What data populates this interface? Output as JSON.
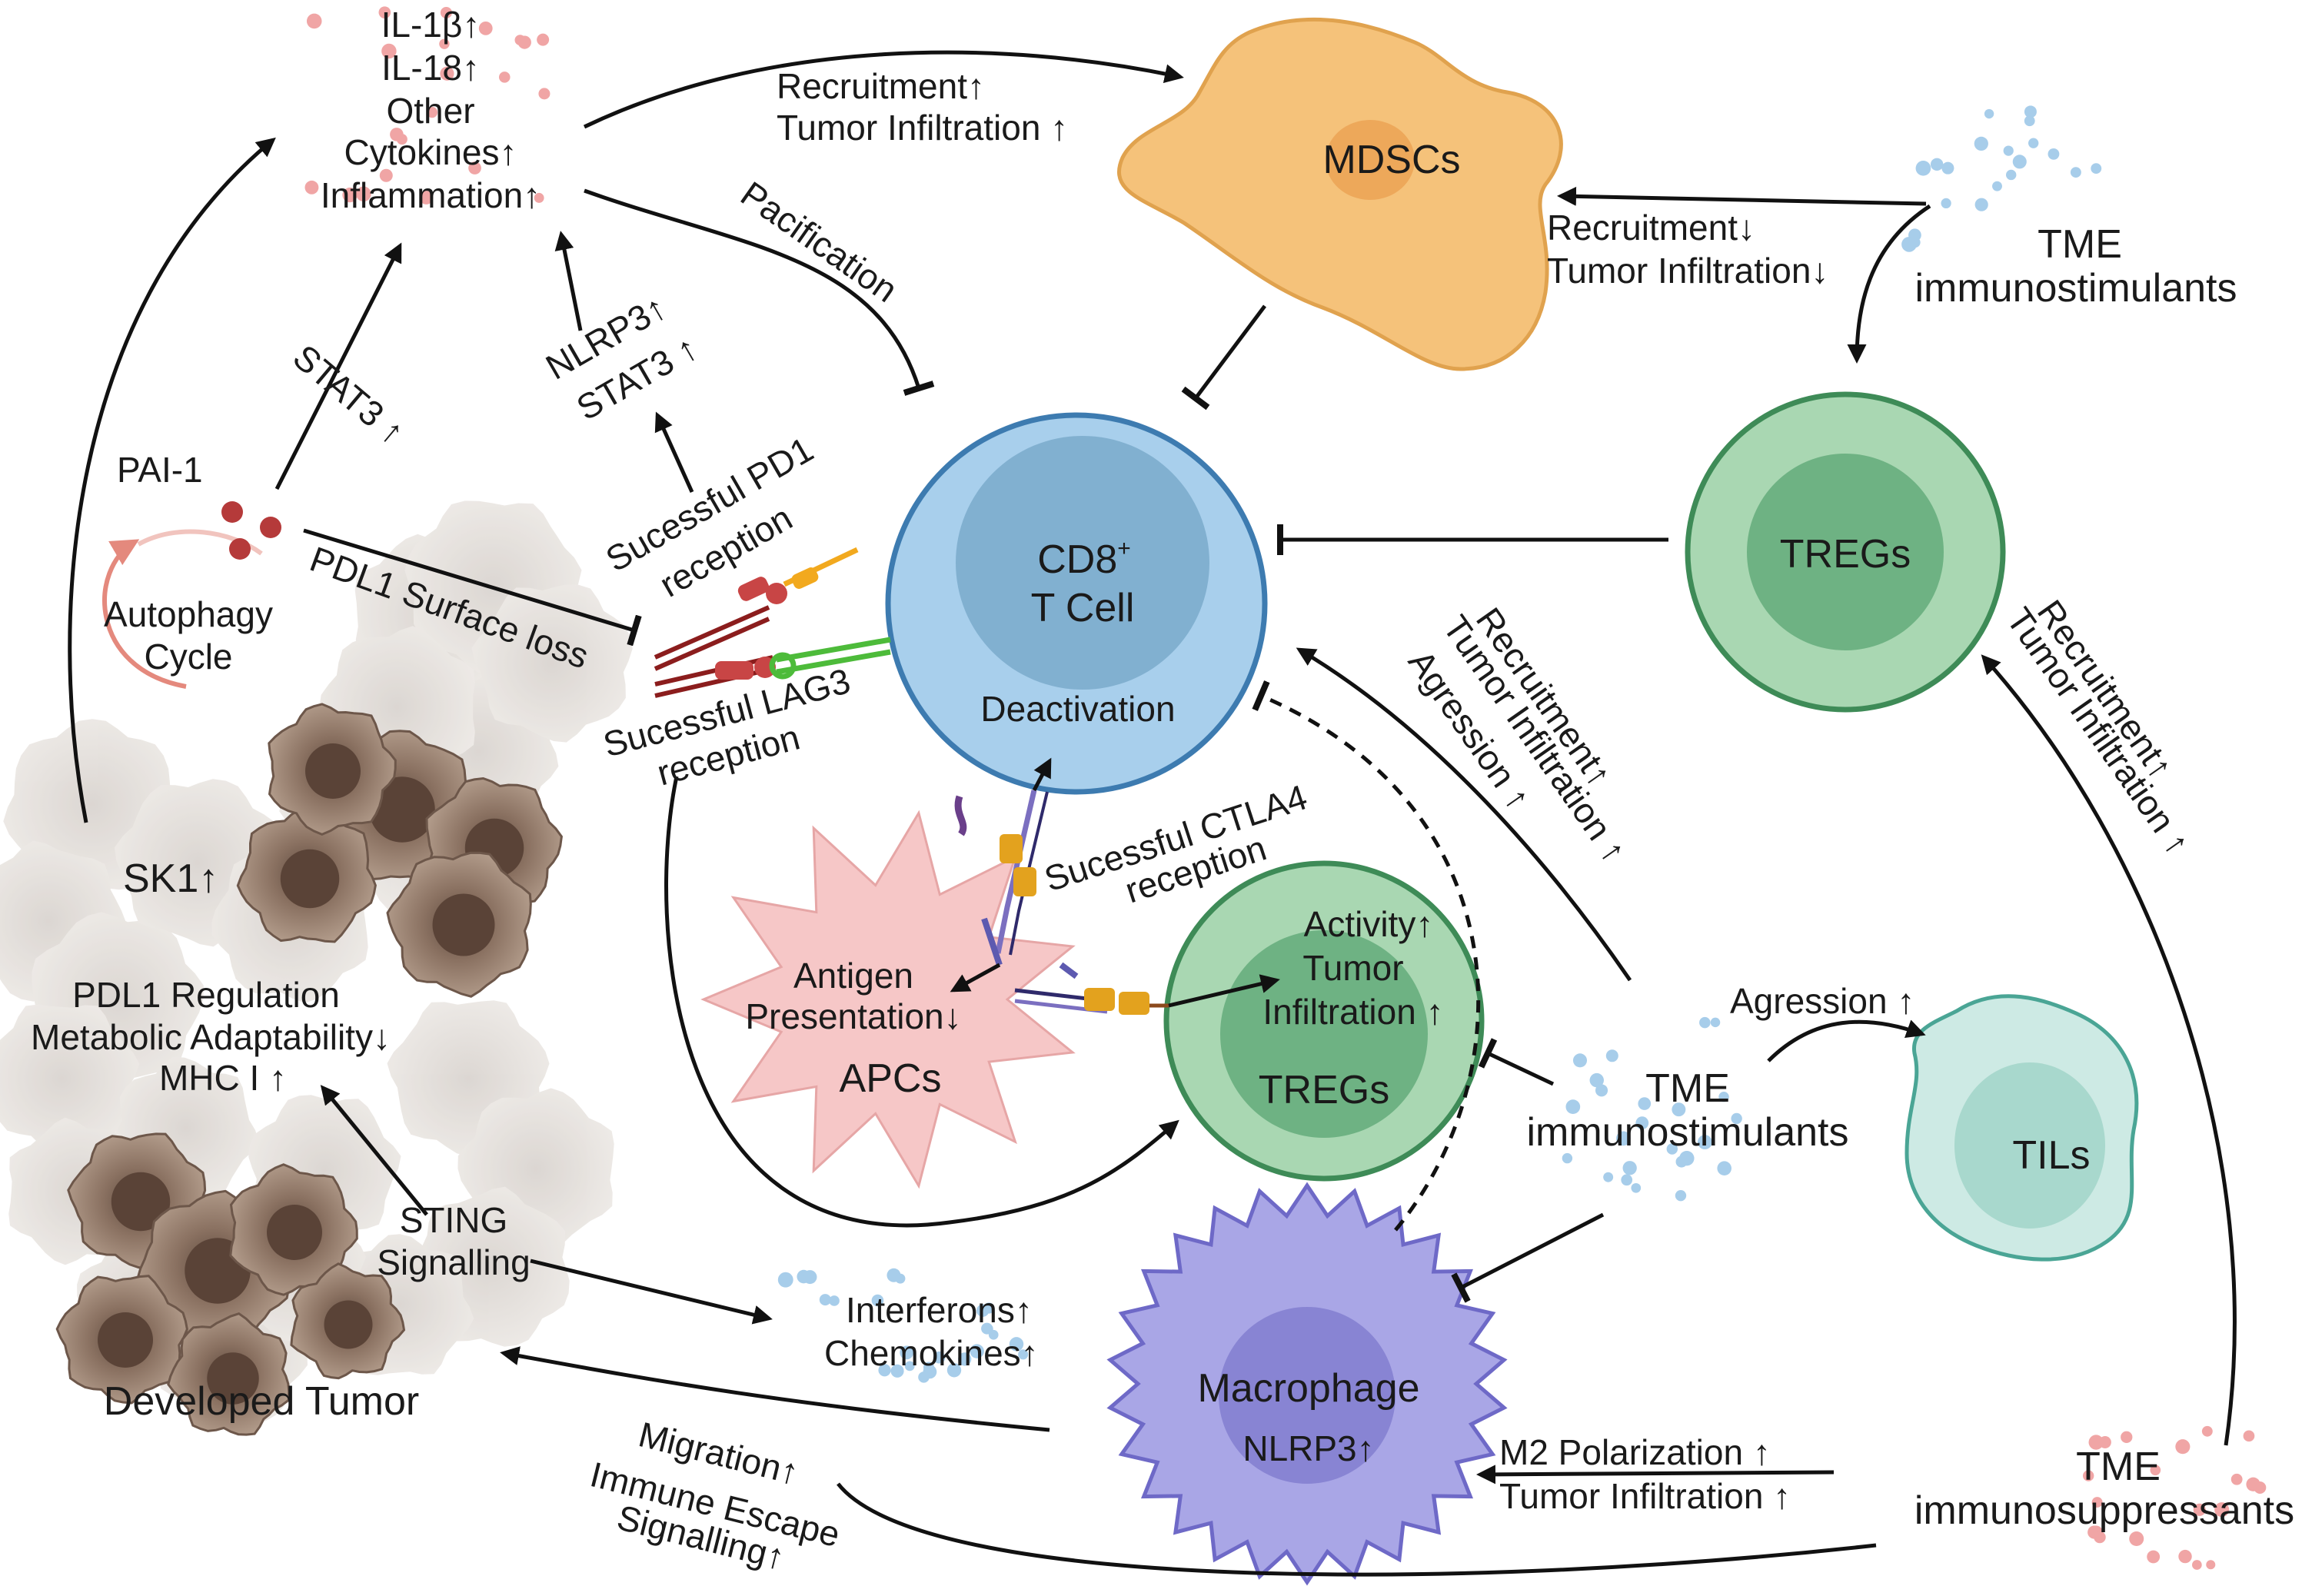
{
  "cells": {
    "mdscs": "MDSCs",
    "cd8_main": "CD8",
    "cd8_sup": "+",
    "cd8_sub": "T Cell",
    "deactivation": "Deactivation",
    "tregs_right": "TREGs",
    "tregs_center": "TREGs",
    "tils": "TILs",
    "apcs": "APCs",
    "macrophage": "Macrophage",
    "macrophage_nlrp3": "NLRP3↑"
  },
  "tumor": {
    "title": "Developed Tumor",
    "sk1": "SK1↑",
    "pdl1_regulation": "PDL1 Regulation",
    "metabolic": "Metabolic Adaptability↓",
    "mhc": "MHC I ↑",
    "pai1": "PAI-1",
    "autophagy_1": "Autophagy",
    "autophagy_2": "Cycle",
    "pdl1_loss": "PDL1 Surface loss",
    "sting_1": "STING",
    "sting_2": "Signalling"
  },
  "cytokines": {
    "il1b": "IL-1β↑",
    "il18": "IL-18↑",
    "other": "Other",
    "cyt": "Cytokines↑",
    "inflam": "Inflammation↑"
  },
  "signals": {
    "stat3_left": "STAT3 ↑",
    "nlrp3": "NLRP3↑",
    "stat3_mid": "STAT3 ↑",
    "pd1_1": "Sucessful PD1",
    "pd1_2": "reception",
    "lag3_1": "Sucessful LAG3",
    "lag3_2": "reception",
    "ctla4_1": "Sucessful CTLA4",
    "ctla4_2": "reception",
    "pacification": "Pacification",
    "recruit_top_1": "Recruitment↑",
    "recruit_top_2": "Tumor Infiltration ↑",
    "recruit_mdsc_1": "Recruitment↓",
    "recruit_mdsc_2": "Tumor Infiltration↓",
    "tme_stim_top_1": "TME",
    "tme_stim_top_2": "immunostimulants",
    "tme_stim_mid_1": "TME",
    "tme_stim_mid_2": "immunostimulants",
    "tme_supp_1": "TME",
    "tme_supp_2": "immunosuppressants",
    "recruit_cd8_1": "Recruitment↑",
    "recruit_cd8_2": "Tumor Infiltration ↑",
    "recruit_cd8_3": "Agression ↑",
    "recruit_treg_1": "Recruitment↑",
    "recruit_treg_2": "Tumor Infiltration ↑",
    "antigen_1": "Antigen",
    "antigen_2": "Presentation↓",
    "activity_1": "Activity↑",
    "activity_2": "Tumor",
    "activity_3": "Infiltration ↑",
    "agression_tils": "Agression ↑",
    "interferons": "Interferons↑",
    "chemokines": "Chemokines↑",
    "m2_1": "M2 Polarization ↑",
    "m2_2": "Tumor Infiltration ↑",
    "migration_1": "Migration↑",
    "migration_2": "Immune Escape",
    "migration_3": "Signalling↑"
  },
  "colors": {
    "mdsc": "#f5c27a",
    "cd8": "#a8cfec",
    "treg": "#a9d7b2",
    "til": "#cdeae4",
    "apc": "#f6c7c7",
    "macrophage": "#a9a6e6",
    "tumor": "#a38b78"
  }
}
